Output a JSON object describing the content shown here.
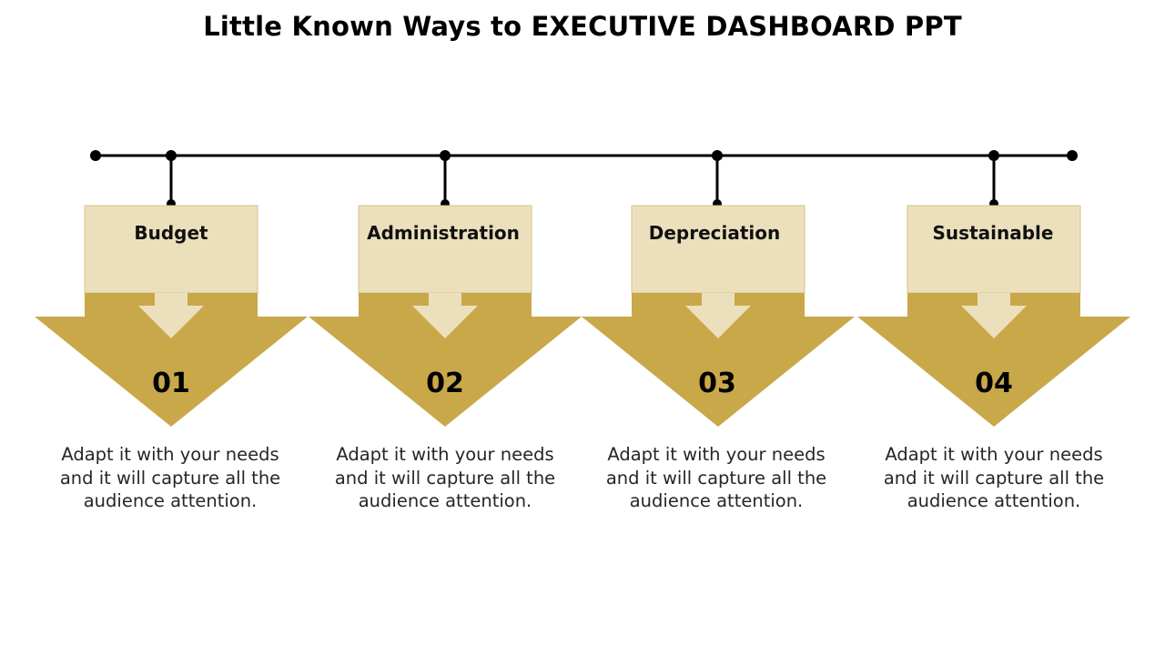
{
  "title": "Little Known Ways to EXECUTIVE DASHBOARD PPT",
  "colors": {
    "light": "#ECE0BC",
    "gold": "#C9A84A",
    "line": "#000000"
  },
  "steps": [
    {
      "label": "Budget",
      "number": "01",
      "text": "Adapt it with your needs and it will capture all the audience attention."
    },
    {
      "label": "Administration",
      "number": "02",
      "text": "Adapt it with your needs and it will capture all the audience attention."
    },
    {
      "label": "Depreciation",
      "number": "03",
      "text": "Adapt it with your needs and it will capture all the audience attention."
    },
    {
      "label": "Sustainable",
      "number": "04",
      "text": "Adapt it with your needs and it will capture all the audience attention."
    }
  ]
}
